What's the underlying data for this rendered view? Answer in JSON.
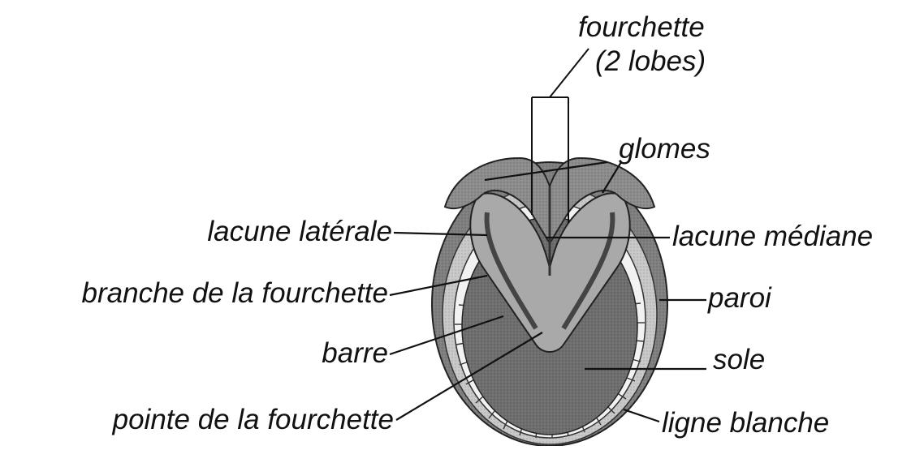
{
  "diagram": {
    "labels": {
      "fourchette": "fourchette",
      "fourchette_detail": "(2 lobes)",
      "glomes": "glomes",
      "lacune_laterale": "lacune latérale",
      "lacune_mediane": "lacune médiane",
      "branche": "branche de la fourchette",
      "paroi": "paroi",
      "barre": "barre",
      "sole": "sole",
      "pointe": "pointe de la fourchette",
      "ligne_blanche": "ligne blanche"
    },
    "colors": {
      "wall": "#7f7f7f",
      "wall_inner": "#c8c8c8",
      "white_line": "#f2f2f2",
      "sole": "#6e6e6e",
      "frog": "#a9a9a9",
      "glomes": "#8c8c8c",
      "leader": "#111111"
    }
  }
}
